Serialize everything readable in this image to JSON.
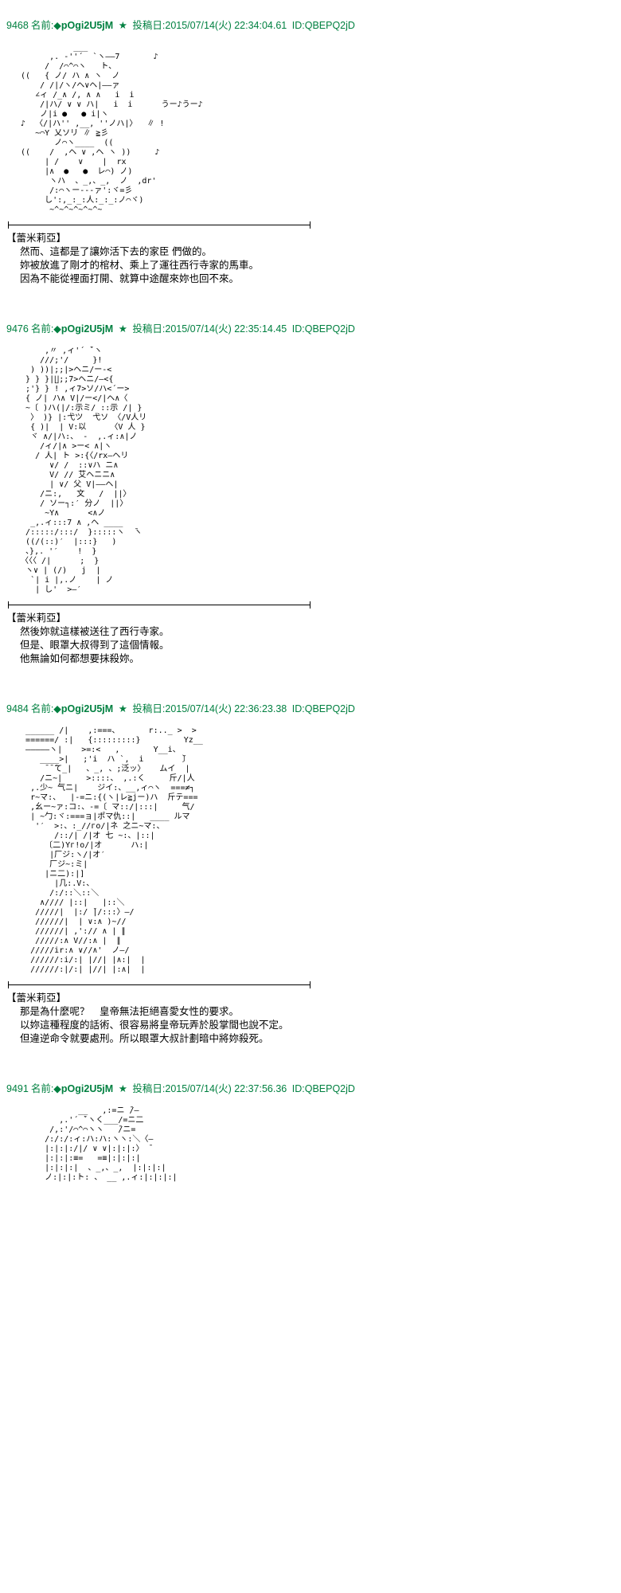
{
  "colors": {
    "background": "#ffffff",
    "header": "#008040",
    "text": "#000000"
  },
  "posts": [
    {
      "number": "9468",
      "name_label": "名前:",
      "trip": "◆pOgi2U5jM",
      "star": "★",
      "date": "投稿日:2015/07/14(火) 22:34:04.61",
      "id": "ID:QBEPQ2jD",
      "aa": [
        "             ___",
        "        ,. -''´  `ヽ――7       ♪",
        "       /  /⌒^⌒ヽ   ト、",
        "  ((   { ノ/ ハ ∧ ヽ  ノ",
        "      / /|/ヽ/ヘ∨ヘ|――ァ",
        "     ∠ィ /_∧ /, ∧ ∧   i  i",
        "      /|ハ/ ∨ ∨ ハ|   i  i      うー♪うー♪",
        "      ノ|i ●   ● i|ヽ",
        "  ♪  〈/|ハ'' ,__, ''ノハ|〉  ∥ !",
        "     ~⌒Y 乂ソリ ∥ ≧彡",
        "         ノ⌒ヽ____  ((",
        "  ((    /  ,ヘ ∨ ,ヘ ヽ ))     ♪",
        "       | /    ∨    |  rx",
        "       |∧  ●   ●  レ⌒) ノ)",
        "        ヽハ  、_,、_,  ノ  ,dr'",
        "        /:⌒ヽー--‐ァ':ヾ=彡",
        "       し':,_:_:人:_:_:ノ⌒ヾ)",
        "        ~^~^~^~^~^~"
      ],
      "speaker": "【蕾米莉亞】",
      "dialogue": [
        "然而、這都是了讓妳活下去的家臣 們做的。",
        "妳被放進了剛才的棺材、乘上了運往西行寺家的馬車。",
        "因為不能從裡面打開、就算中途醒來妳也回不來。"
      ]
    },
    {
      "number": "9476",
      "name_label": "名前:",
      "trip": "◆pOgi2U5jM",
      "star": "★",
      "date": "投稿日:2015/07/14(火) 22:35:14.45",
      "id": "ID:QBEPQ2jD",
      "aa": [
        "       ,〃 ,ィ'´ ̄`ヽ",
        "      ///;'/     }!",
        "    ) ))|;;|>ヘニ/ー-<",
        "   } } }|∐;;7>ヘニ/―<{",
        "   ;'} } ! ,ィ7>ソ/ハ<´ー>",
        "   { ノ| ハ∧ V|/ー</|ヘ∧〈",
        "   ~〔 )ハ(|/:示ミ/ ::示 /| }",
        "    〉 )} |:弋ツ  弋ソ 〈/V人リ",
        "    { )|  | V:以     〈V 人 }",
        "    ヾ ∧/|ハ:、 ‐  ,.ィ:∧|ノ",
        "      /ィ/|∧ >ー< ∧|ヽ",
        "     / 人| ト >:{〈/rx―ヘリ",
        "        ∨/ /  ::∨ハ ニ∧",
        "        V/ // 艾ヘニニ∧",
        "        | ∨/ 父 V|――ヘ|",
        "      /ニ:,   文   /  ||〉",
        "      / ソー┐:′ 分ノ  ||〉",
        "       ~Y∧      <∧ノ",
        "    _,.ィ:::7 ∧ ,ヘ ____",
        "   /:::::/:::/  }:::::ヽ  ̄ヽ",
        "   ((/(::)′  |:::}   )",
        "   、},. '′    !  }",
        "  〈〈〈 /|      ;  }",
        "   ヽ∨ | (/)   j  |",
        "    `| i |,.ノ    | ノ",
        "     | し'  >―′"
      ],
      "speaker": "【蕾米莉亞】",
      "dialogue": [
        "然後妳就這樣被送往了西行寺家。",
        "但是、眼罩大叔得到了這個情報。",
        "他無論如何都想要抹殺妳。"
      ]
    },
    {
      "number": "9484",
      "name_label": "名前:",
      "trip": "◆pOgi2U5jM",
      "star": "★",
      "date": "投稿日:2015/07/14(火) 22:36:23.38",
      "id": "ID:QBEPQ2jD",
      "aa": [
        "   ______ /|    ,:===、      r:.._ >  >",
        "   ======/ :|   {:::::::::}         Yz__",
        "   ―――――ヽ|    >=:<   ,       Y__i、",
        "      ____>|   ;'i  ハ `,  i        ̄〕",
        "       ̄ ̄ ̄て_|   、_, 、;泛ッ〉   ムイ  |",
        "      /ニ~|     >::::、 ,.:く     斤/|人",
        "    ,.少~ 气ニ|    ジイ:、__,ィ⌒ヽ  ===≠┐",
        "    r~マ:、  |-=ニ:{(ヽ|レ≧jー)ハ  斤テ===",
        "    ,幺ー~ァ:コ:、-=〔 マ::/|:::|     气/",
        "    | ~勹:ヾ:===ョ|ポマ仇::|   ____ ルマ",
        "     '′  >:、:_//гo/|ネ 之ニ~マ:、",
        "         /::/| /|オ 七 ~:、|::|",
        "       〔二)Yг!o/|オ      ハ:|",
        "        |厂ジ:ヽ/|オ′",
        "        厂ジ~:ミ|",
        "       |ニ二):|]",
        "         |几:.V:、",
        "        /:/::＼::＼",
        "      ∧//// |::|   |::＼",
        "     /////|  |:/ ̄|/:::〉―/",
        "     //////|  | ∨:∧ )~//",
        "     //////| ,':// ∧ | ∥",
        "     /////:∧ V//:∧ |  ∥",
        "    /////ir:∧ ∨//∧'  ノ―/",
        "    //////:i/:| |//| |∧:|  |",
        "    //////:|/:| |//| |:∧|  |"
      ],
      "speaker": "【蕾米莉亞】",
      "dialogue": [
        "那是為什麼呢？　皇帝無法拒絕喜愛女性的要求。",
        "以妳這種程度的話術、很容易將皇帝玩弄於股掌間也說不定。",
        "但違逆命令就要處刑。所以眼罩大叔計劃暗中將妳殺死。"
      ]
    },
    {
      "number": "9491",
      "name_label": "名前:",
      "trip": "◆pOgi2U5jM",
      "star": "★",
      "date": "投稿日:2015/07/14(火) 22:37:56.36",
      "id": "ID:QBEPQ2jD",
      "aa": [
        "              __   ,:=ニ ̄/―",
        "          ,.'´ ̄`ヽく___/=ニ二",
        "        /,:'/⌒^⌒ヽヽ   ̄/ニ=",
        "       /:/:/:ィ:ハ:ハ:ヽヽ:＼〈―",
        "       |:|:|:/|/ ∨ ∨|:|:|:〉 ̄",
        "       |:|:|:≡=   =≡|:|:|:|",
        "       |:|:|:|  、_,、_,  |:|:|:|",
        "       ノ:|:|:ト: 、 __ ,.ィ:|:|:|:|"
      ]
    }
  ]
}
